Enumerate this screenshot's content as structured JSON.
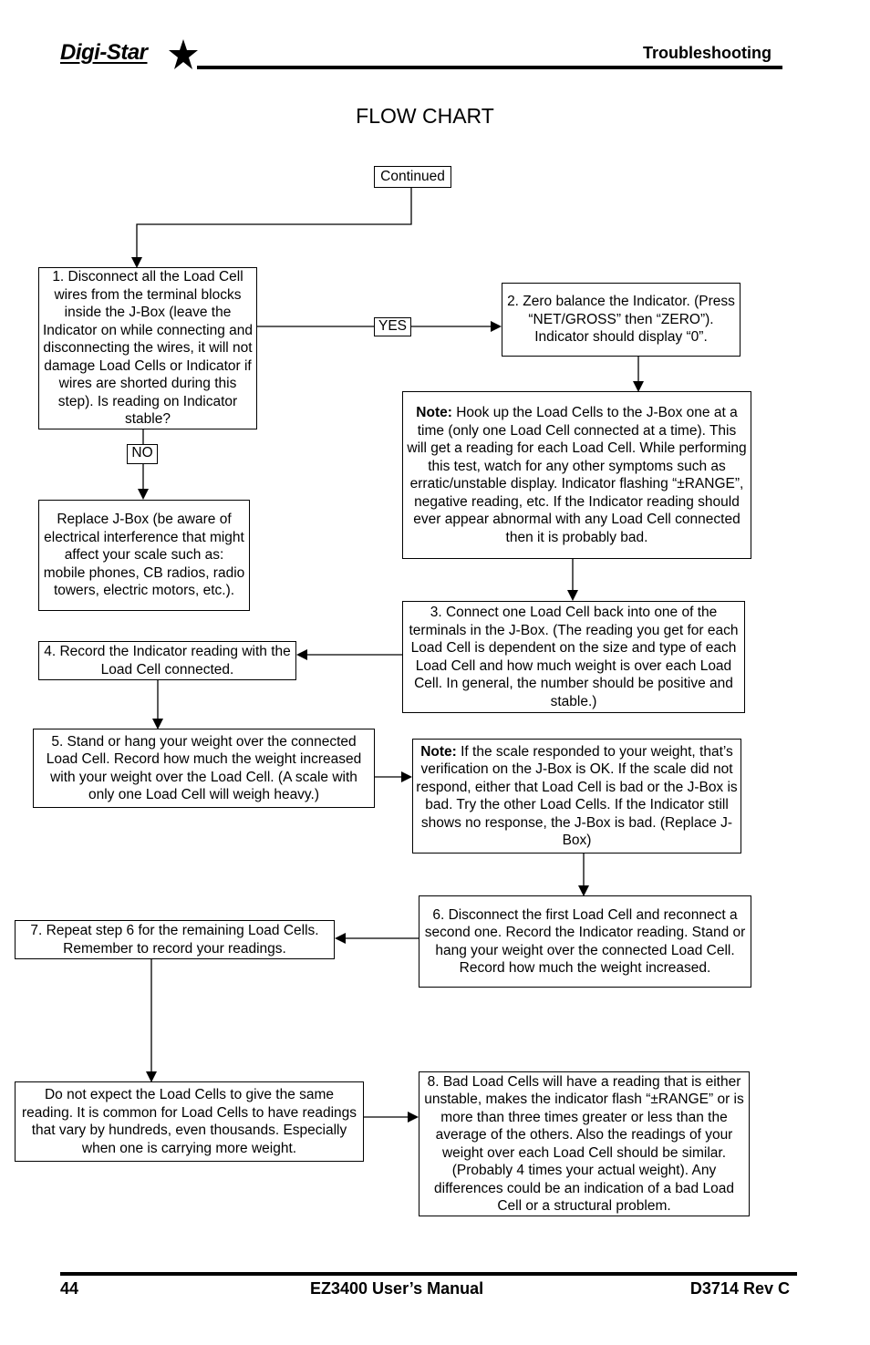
{
  "header": {
    "logo_text": "Digi-Star",
    "section_title": "Troubleshooting"
  },
  "page_title": "FLOW CHART",
  "flow": {
    "continued": "Continued",
    "step1": "1. Disconnect all the Load Cell wires from the terminal blocks inside the J-Box (leave the Indicator on while connecting and disconnecting the wires, it will not damage Load Cells or Indicator if wires are shorted during this step). Is reading on Indicator stable?",
    "yes_label": "YES",
    "no_label": "NO",
    "step2": "2. Zero balance the Indicator. (Press “NET/GROSS” then “ZERO”). Indicator should display “0”.",
    "note1_label": "Note:",
    "note1_text": " Hook up the Load Cells to the J-Box one at a time (only one Load Cell connected at a time). This will get a reading for each Load Cell. While performing this test, watch for any other symptoms such as erratic/unstable display. Indicator flashing “±RANGE”, negative reading, etc. If the Indicator reading should ever appear abnormal with any Load Cell connected then it is probably bad.",
    "replace_jbox": "Replace J-Box (be aware of electrical interference that might affect your scale such as: mobile phones, CB radios, radio towers, electric motors, etc.).",
    "step3": "3. Connect one Load Cell back into one of the terminals in the J-Box. (The reading you get for each Load Cell is dependent on the size and type of each Load Cell and how much weight is over each Load Cell. In general, the number should be positive and stable.)",
    "step4": "4. Record the Indicator reading with the Load Cell connected.",
    "step5": "5. Stand or hang your weight over the connected Load Cell. Record how much the weight increased with your weight over the Load Cell. (A scale with only one Load Cell will weigh heavy.)",
    "note2_label": "Note:",
    "note2_text": " If the scale responded to your weight, that’s verification on the J-Box is OK. If the scale did not respond, either that Load Cell is bad or the J-Box is bad. Try the other Load Cells. If the Indicator still shows no response, the J-Box is bad. (Replace J-Box)",
    "step6": "6. Disconnect the first Load Cell and reconnect a second one. Record the Indicator reading. Stand or hang your weight over the connected Load Cell. Record how much the weight increased.",
    "step7": "7. Repeat step 6 for the remaining Load Cells. Remember to record your readings.",
    "expect_note": "Do not expect the Load Cells to give the same reading. It is common for Load Cells to have readings that vary by hundreds, even thousands. Especially when one is carrying more weight.",
    "step8": "8. Bad Load Cells will have a reading that is either unstable, makes the indicator flash “±RANGE” or is more than three times greater or less than the average of the others. Also the readings of your weight over each Load Cell should be similar. (Probably 4 times your actual weight). Any differences could be an indication of a bad Load Cell or a structural problem."
  },
  "footer": {
    "page_number": "44",
    "manual_title": "EZ3400 User’s Manual",
    "doc_code": "D3714 Rev C"
  }
}
